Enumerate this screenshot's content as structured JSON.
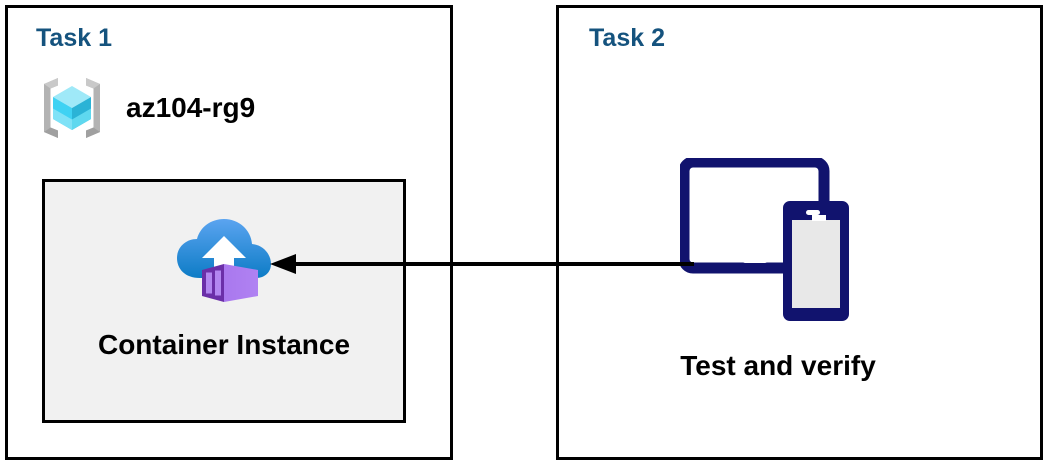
{
  "diagram": {
    "type": "azure-task-flow-diagram",
    "background_color": "#ffffff",
    "panels": [
      {
        "id": "task1",
        "title": "Task 1",
        "title_color": "#15537e",
        "border_color": "#000000",
        "resource_group": {
          "icon": "azure-resource-group-icon",
          "name": "az104-rg9",
          "icon_colors": {
            "brackets": "#b3b3b3",
            "cube_top": "#9fe9f8",
            "cube_left": "#3fd2f3",
            "cube_right": "#2bb3d6"
          }
        },
        "resource_box": {
          "icon": "azure-container-instance-icon",
          "label": "Container Instance",
          "fill_color": "#f1f1f1",
          "border_color": "#000000",
          "icon_colors": {
            "cloud_top": "#5aa0ef",
            "cloud_bottom": "#0f7ec8",
            "arrow": "#ffffff",
            "container_front": "#a36ded",
            "container_side": "#6b2fa8"
          }
        }
      },
      {
        "id": "task2",
        "title": "Task 2",
        "title_color": "#15537e",
        "border_color": "#000000",
        "test_verify": {
          "icon": "tablet-and-phone-devices-icon",
          "label": "Test and verify",
          "icon_colors": {
            "frame": "#11136e",
            "tablet_screen": "#ffffff",
            "phone_screen": "#e8e8e8"
          }
        }
      }
    ],
    "connector": {
      "name": "flow-arrow",
      "direction": "right-to-left",
      "from": "Test and verify",
      "to": "Container Instance",
      "color": "#000000",
      "style": "solid-line-with-filled-arrowhead"
    }
  }
}
